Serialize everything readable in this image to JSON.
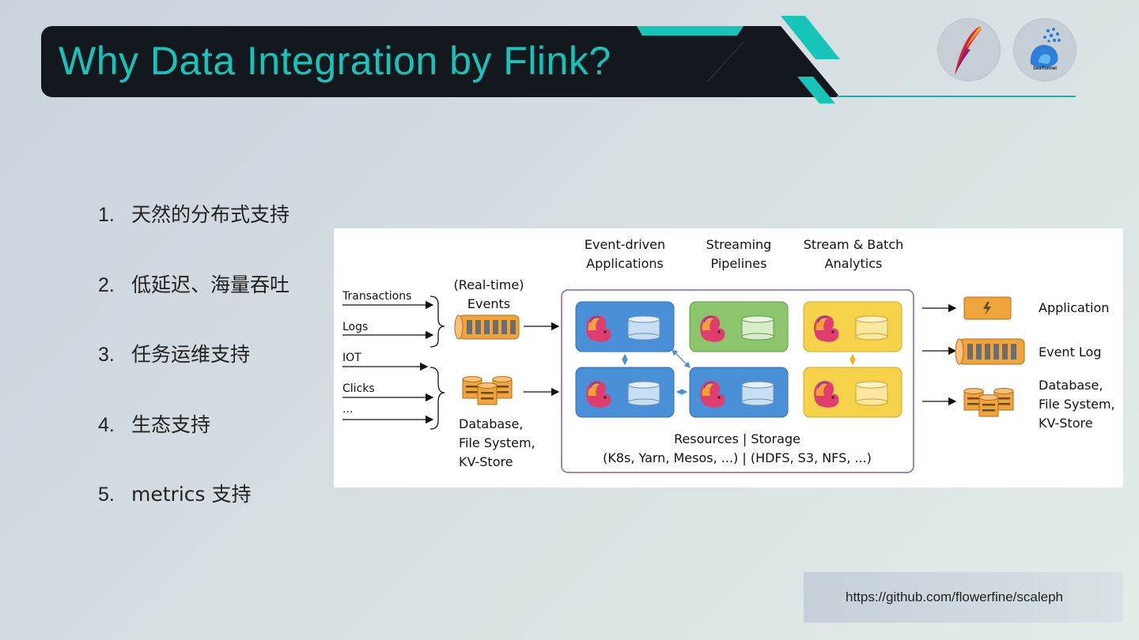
{
  "slide": {
    "title": "Why Data Integration by Flink?",
    "logos": [
      "apache-feather-icon",
      "seatunnel-logo-icon"
    ],
    "seatunnel_logo_text": "SeaTunnel",
    "accent_color": "#16c4b8"
  },
  "list": [
    {
      "num": "1.",
      "text": "天然的分布式支持"
    },
    {
      "num": "2.",
      "text": "低延迟、海量吞吐"
    },
    {
      "num": "3.",
      "text": "任务运维支持"
    },
    {
      "num": "4.",
      "text": "生态支持"
    },
    {
      "num": "5.",
      "text": "metrics 支持"
    }
  ],
  "diagram": {
    "inputs": [
      "Transactions",
      "Logs",
      "IOT",
      "Clicks",
      "..."
    ],
    "events_label": [
      "(Real-time)",
      "Events"
    ],
    "db_label": [
      "Database,",
      "File System,",
      "KV-Store"
    ],
    "column_headers": [
      [
        "Event-driven",
        "Applications"
      ],
      [
        "Streaming",
        "Pipelines"
      ],
      [
        "Stream & Batch",
        "Analytics"
      ]
    ],
    "resources_line1": "Resources | Storage",
    "resources_line2": "(K8s, Yarn, Mesos, ...) | (HDFS, S3, NFS, ...)",
    "outputs": {
      "application": "Application",
      "event_log": "Event Log",
      "database": [
        "Database,",
        "File System,",
        "KV-Store"
      ]
    },
    "colors": {
      "blue": "#4a90d9",
      "green": "#8cc56b",
      "yellow": "#f6d24a",
      "orange": "#f0a43c",
      "purple": "#7a62b0"
    }
  },
  "footer": {
    "url": "https://github.com/flowerfine/scaleph"
  }
}
